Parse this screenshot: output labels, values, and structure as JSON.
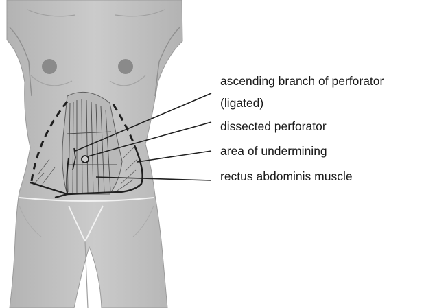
{
  "labels": {
    "ascending_branch": "ascending branch of perforator",
    "ascending_branch_note": "(ligated)",
    "dissected_perforator": "dissected perforator",
    "undermining": "area of undermining",
    "rectus_muscle": "rectus abdominis muscle"
  },
  "colors": {
    "skin": "#c4c4c4",
    "skin_shadow": "#a9a9a9",
    "nipple": "#8a8a8a",
    "muscle": "#b7b7b7",
    "ink": "#1f1f1f",
    "white_line": "#f2f2f2"
  }
}
